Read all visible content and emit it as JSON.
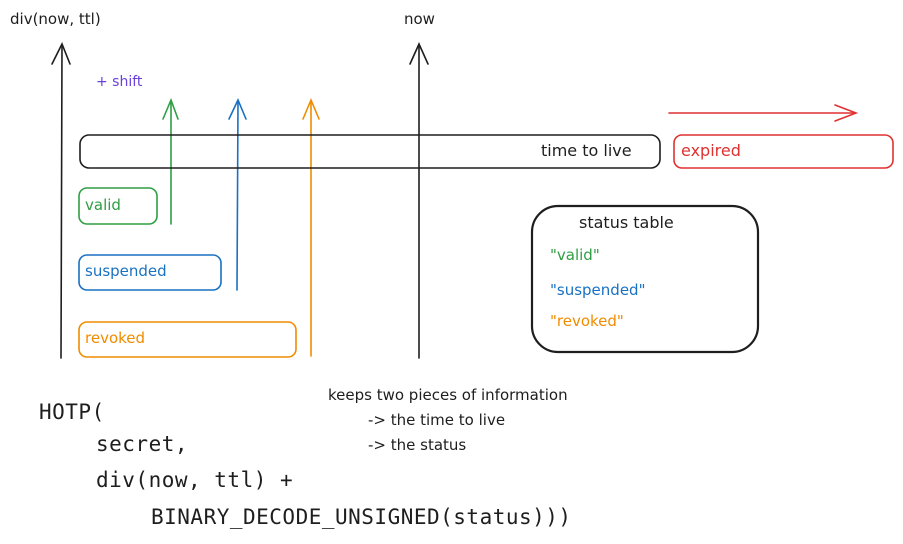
{
  "axis": {
    "left_label": "div(now, ttl)",
    "now_label": "now"
  },
  "shift_label": "+ shift",
  "ttl_bar": {
    "label": "time to live"
  },
  "expired_box": {
    "label": "expired"
  },
  "states": [
    {
      "key": "valid",
      "label": "valid"
    },
    {
      "key": "suspended",
      "label": "suspended"
    },
    {
      "key": "revoked",
      "label": "revoked"
    }
  ],
  "status_table": {
    "title": "status table",
    "entries": [
      "\"valid\"",
      "\"suspended\"",
      "\"revoked\""
    ]
  },
  "note": {
    "line1": "keeps two pieces of information",
    "line2": "-> the time to live",
    "line3": "-> the status"
  },
  "code": {
    "line1": "HOTP(",
    "line2": "secret,",
    "line3": "div(now, ttl) +",
    "line4": "BINARY_DECODE_UNSIGNED(status)))"
  },
  "colors": {
    "ink": "#1e1e1e",
    "valid": "#2f9e44",
    "suspended": "#1971c2",
    "revoked": "#f08c00",
    "expired": "#e03131",
    "shift": "#6741d9"
  }
}
